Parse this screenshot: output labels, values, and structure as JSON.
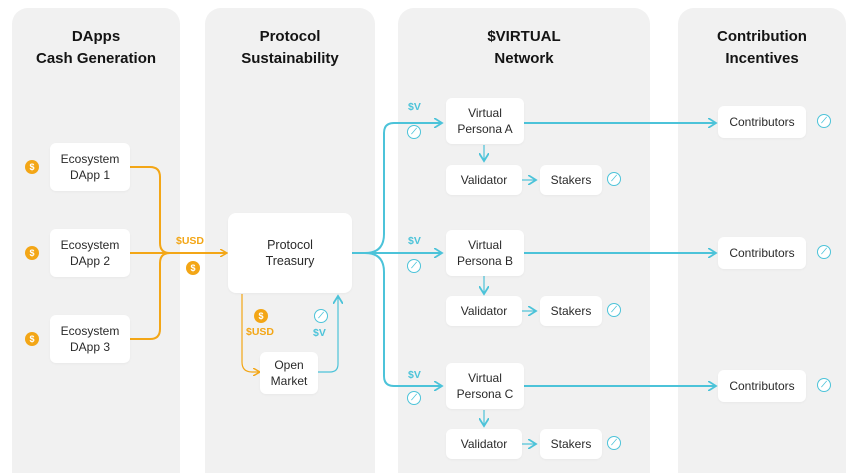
{
  "columns": [
    {
      "title": "DApps\nCash Generation"
    },
    {
      "title": "Protocol\nSustainability"
    },
    {
      "title": "$VIRTUAL\nNetwork"
    },
    {
      "title": "Contribution\nIncentives"
    }
  ],
  "dapps": [
    "Ecosystem\nDApp 1",
    "Ecosystem\nDApp 2",
    "Ecosystem\nDApp 3"
  ],
  "treasury": "Protocol\nTreasury",
  "open_market": "Open\nMarket",
  "personas": [
    "Virtual\nPersona A",
    "Virtual\nPersona B",
    "Virtual\nPersona C"
  ],
  "validator": "Validator",
  "stakers": "Stakers",
  "contributors": "Contributors",
  "labels": {
    "usd": "$USD",
    "v": "$V"
  },
  "icons": {
    "coin": "dollar-coin-icon",
    "token": "virtual-token-icon"
  },
  "colors": {
    "usd": "#f3a616",
    "v": "#4cc3d9",
    "column_bg": "#f1f1f1"
  }
}
